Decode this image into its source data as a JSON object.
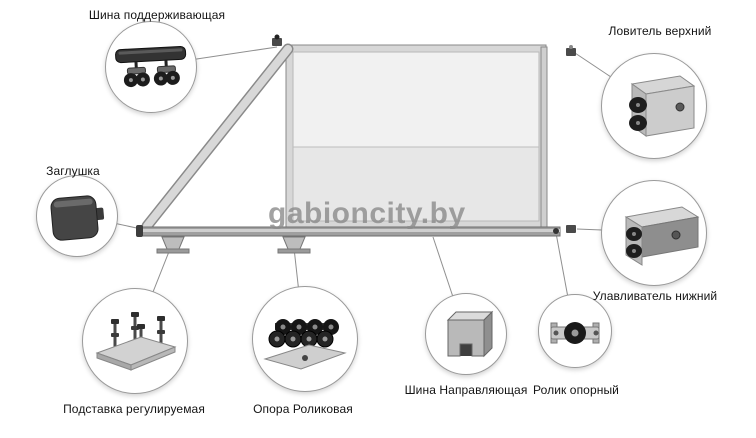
{
  "watermark": "gabioncity.by",
  "components": {
    "supporting_rail": {
      "label": "Шина поддерживающая",
      "icon": "supporting-rail-icon"
    },
    "upper_catcher": {
      "label": "Ловитель верхний",
      "icon": "upper-catcher-icon"
    },
    "plug": {
      "label": "Заглушка",
      "icon": "plug-icon"
    },
    "lower_catcher": {
      "label": "Улавливатель нижний",
      "icon": "lower-catcher-icon"
    },
    "adjustable_stand": {
      "label": "Подставка регулируемая",
      "icon": "adjustable-stand-icon"
    },
    "roller_carriage": {
      "label": "Опора Роликовая",
      "icon": "roller-carriage-icon"
    },
    "guide_rail": {
      "label": "Шина Направляющая",
      "icon": "guide-rail-icon"
    },
    "support_roller": {
      "label": "Ролик опорный",
      "icon": "support-roller-icon"
    }
  },
  "colors": {
    "leader_line": "#8f8f8f",
    "panel_fill": "#ececec",
    "dark_part": "#2e2e2e",
    "rail_fill": "#9f9f9f"
  }
}
